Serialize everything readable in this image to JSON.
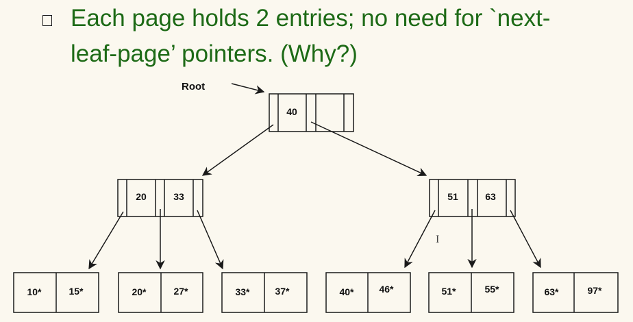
{
  "bullet_lines": [
    "Each page holds 2 entries; no need for `next-",
    "leaf-page’ pointers.  (Why?)"
  ],
  "root_label": "Root",
  "tree": {
    "root": [
      "40"
    ],
    "internal": [
      [
        "20",
        "33"
      ],
      [
        "51",
        "63"
      ]
    ],
    "leaves": [
      [
        "10*",
        "15*"
      ],
      [
        "20*",
        "27*"
      ],
      [
        "33*",
        "37*"
      ],
      [
        "40*",
        "46*"
      ],
      [
        "51*",
        "55*"
      ],
      [
        "63*",
        "97*"
      ]
    ]
  },
  "colors": {
    "text_green": "#1d6a16",
    "line": "#1a1a1a",
    "background": "#fbf8ef"
  },
  "icons": {
    "bullet": "square-bullet-icon",
    "cursor": "text-cursor-icon"
  }
}
